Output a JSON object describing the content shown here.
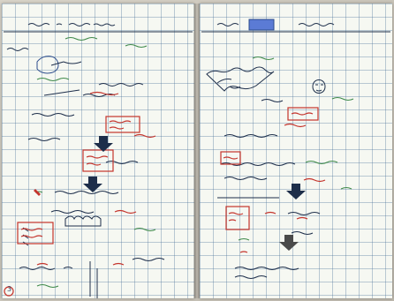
{
  "photo": {
    "subject": "",
    "pages": [
      {
        "side": "left",
        "page_number": "3"
      },
      {
        "side": "right",
        "page_number": ""
      }
    ],
    "ink_colors": {
      "dark": "#1d2e4a",
      "red": "#c4342c",
      "green": "#3f8a4a",
      "blue": "#2c4c8c"
    }
  }
}
